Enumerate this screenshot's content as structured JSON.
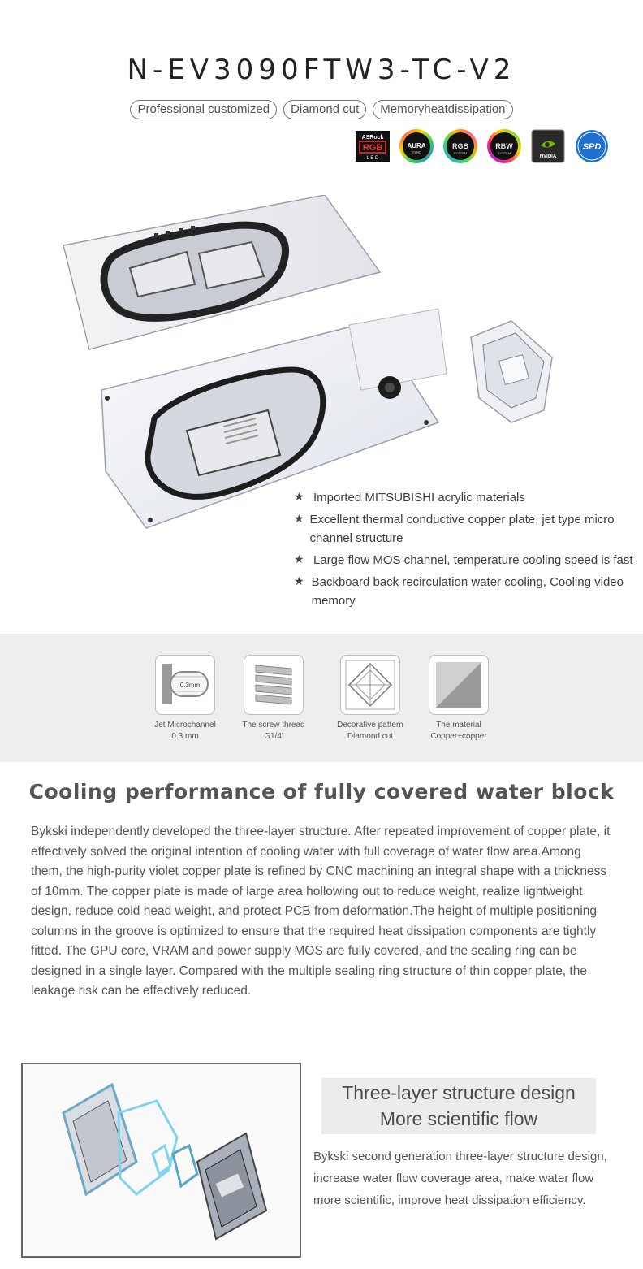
{
  "header": {
    "model": "N-EV3090FTW3-TC-V2",
    "tags": [
      "Professional customized",
      "Diamond cut",
      "Memoryheatdissipation"
    ],
    "logos": [
      {
        "name": "asrock-rgb-led-logo",
        "text": "ASRock RGB LED"
      },
      {
        "name": "aura-sync-logo",
        "text": "AURA SYNC"
      },
      {
        "name": "bykski-rgb-system-logo",
        "text": "RGB SYSTEM"
      },
      {
        "name": "bykski-rbw-system-logo",
        "text": "RBW SYSTEM"
      },
      {
        "name": "nvidia-logo",
        "text": "NVIDIA"
      },
      {
        "name": "spd-logo",
        "text": "SPD"
      }
    ]
  },
  "features": [
    "Imported MITSUBISHI acrylic materials",
    "Excellent thermal conductive copper plate, jet type micro channel structure",
    "Large flow MOS channel, temperature cooling speed is fast",
    "Backboard back recirculation water cooling, Cooling video memory"
  ],
  "feature_star": "★",
  "specs": [
    {
      "icon": "jet-microchannel-icon",
      "line1": "Jet Microchannel",
      "line2": "0.3 mm",
      "icon_text": "0.3mm"
    },
    {
      "icon": "screw-thread-icon",
      "line1": "The screw thread",
      "line2": "G1/4'"
    },
    {
      "icon": "diamond-pattern-icon",
      "line1": "Decorative pattern",
      "line2": "Diamond cut"
    },
    {
      "icon": "material-icon",
      "line1": "The material",
      "line2": "Copper+copper"
    }
  ],
  "section": {
    "heading": "Cooling performance of fully covered water block",
    "body": "Bykski independently developed the three-layer structure. After repeated improvement of copper plate, it effectively solved the original intention of cooling water with full coverage of water flow area.Among them, the high-purity violet copper plate is refined by CNC machining an integral shape with a thickness of 10mm. The copper plate is made of large area hollowing out to reduce weight, realize lightweight design, reduce cold head weight, and protect PCB from deformation.The height of multiple positioning columns in the groove is optimized to ensure that the required heat dissipation components are tightly fitted. The GPU core, VRAM and power supply MOS are fully covered, and the sealing ring can be designed in a single layer. Compared with the multiple sealing ring structure of thin copper plate, the leakage risk can be effectively reduced."
  },
  "three_layer": {
    "title_line1": "Three-layer structure design",
    "title_line2": "More scientific flow",
    "body": "Bykski second generation three-layer structure design, increase water flow coverage area, make water flow more scientific, improve heat dissipation efficiency."
  },
  "colors": {
    "band": "#eeeeee",
    "text": "#555555",
    "title": "#222222",
    "accent_blue": "#1e6fd0"
  }
}
